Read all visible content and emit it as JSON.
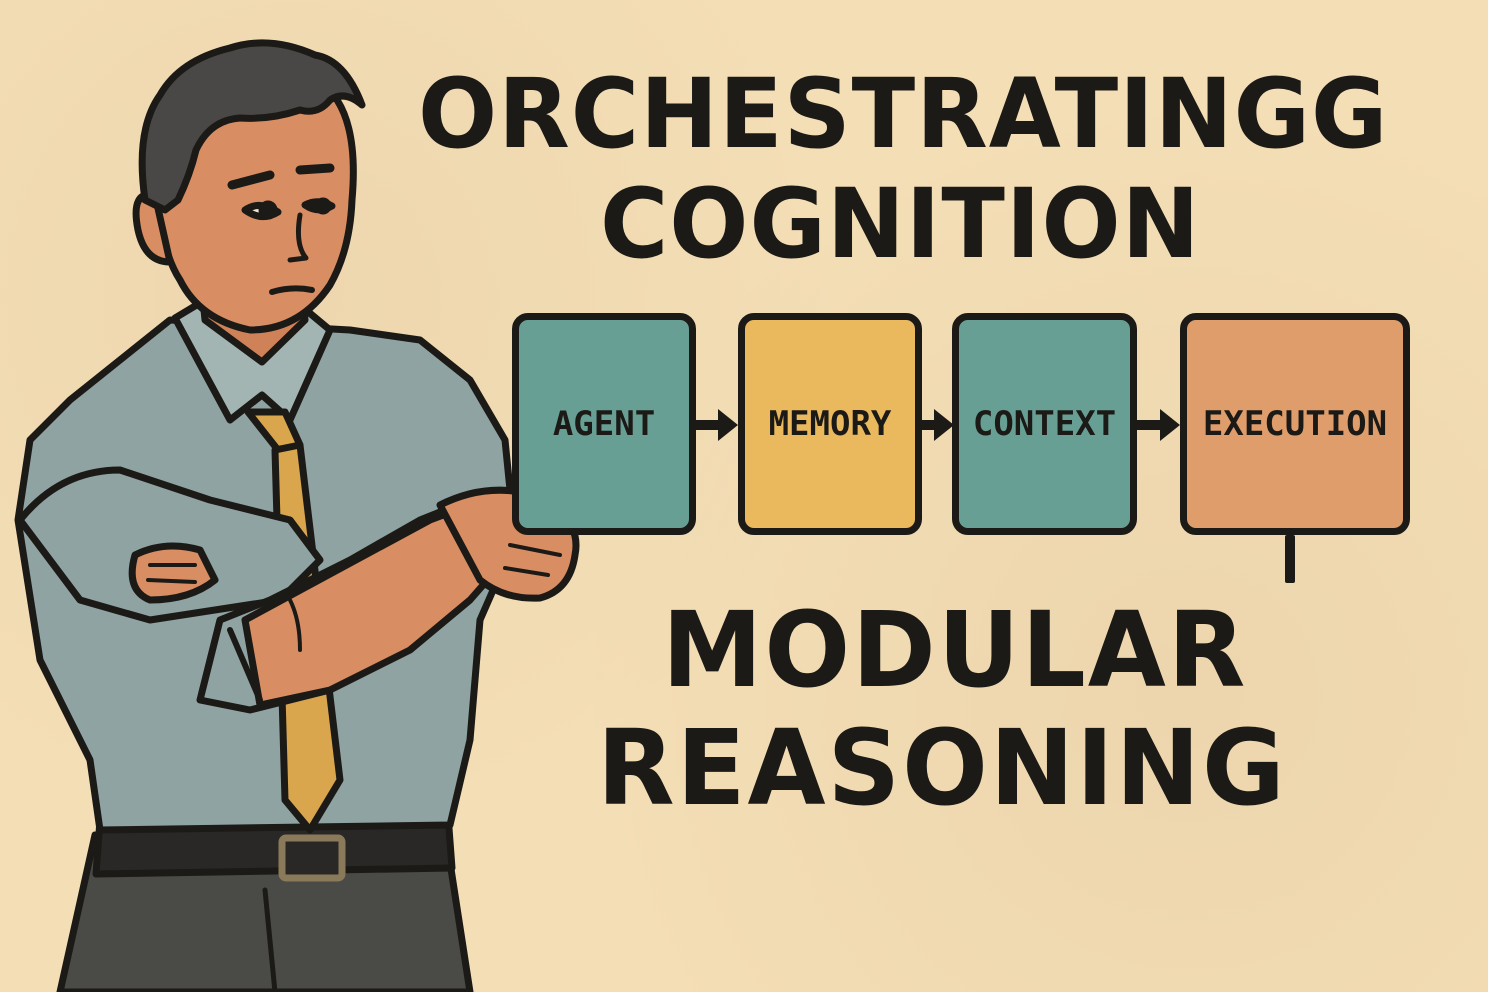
{
  "title": {
    "line1": "ORCHESTRATINGG",
    "line2": "COGNITION"
  },
  "pipeline": {
    "stages": [
      {
        "label": "AGENT",
        "color": "#679f94"
      },
      {
        "label": "MEMORY",
        "color": "#eab95e"
      },
      {
        "label": "CONTEXT",
        "color": "#679f94"
      },
      {
        "label": "EXECUTION",
        "color": "#df9d6b"
      }
    ]
  },
  "subtitle": {
    "line1": "MODULAR",
    "line2": "REASONING"
  },
  "colors": {
    "background": "#f4deb6",
    "ink": "#1c1a17",
    "shirt": "#8fa3a2",
    "tie": "#d9a64e",
    "skin": "#d98d62"
  },
  "illustration": "person-pointing-icon"
}
